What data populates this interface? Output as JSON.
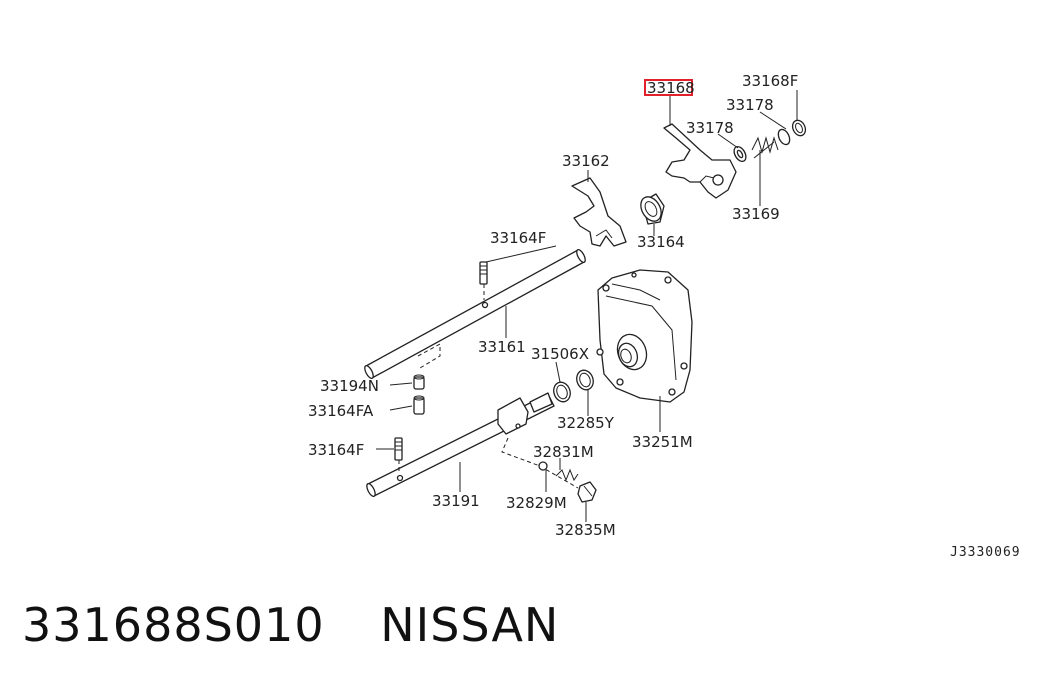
{
  "diagram": {
    "reference_code": "J3330069",
    "highlight_color": "#e0202a",
    "highlighted_part": "33168",
    "callouts": [
      {
        "id": "p33168",
        "text": "33168"
      },
      {
        "id": "p33168F",
        "text": "33168F"
      },
      {
        "id": "p33178a",
        "text": "33178"
      },
      {
        "id": "p33178b",
        "text": "33178"
      },
      {
        "id": "p33162",
        "text": "33162"
      },
      {
        "id": "p33169",
        "text": "33169"
      },
      {
        "id": "p33164",
        "text": "33164"
      },
      {
        "id": "p33164F_top",
        "text": "33164F"
      },
      {
        "id": "p33161",
        "text": "33161"
      },
      {
        "id": "p31506X",
        "text": "31506X"
      },
      {
        "id": "p33194N",
        "text": "33194N"
      },
      {
        "id": "p33164FA",
        "text": "33164FA"
      },
      {
        "id": "p32285Y",
        "text": "32285Y"
      },
      {
        "id": "p33251M",
        "text": "33251M"
      },
      {
        "id": "p33164F_bot",
        "text": "33164F"
      },
      {
        "id": "p32831M",
        "text": "32831M"
      },
      {
        "id": "p33191",
        "text": "33191"
      },
      {
        "id": "p32829M",
        "text": "32829M"
      },
      {
        "id": "p32835M",
        "text": "32835M"
      }
    ]
  },
  "caption": {
    "part_number": "331688S010",
    "brand": "NISSAN"
  }
}
